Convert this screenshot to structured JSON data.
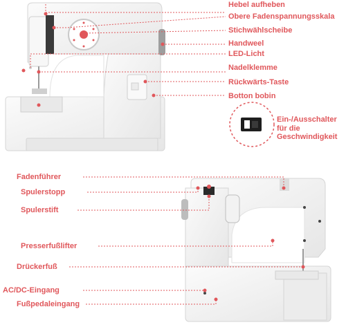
{
  "colors": {
    "accent": "#e0575b",
    "leader": "#e0575b",
    "machine_body": "#f4f4f4",
    "machine_edge": "#d9d9d9"
  },
  "top_labels": [
    "Hebel aufheben",
    "Obere Fadenspannungsskala",
    "Stichwählscheibe",
    "Handweel",
    "LED-Licht",
    "Nadelklemme",
    "Rückwärts-Taste",
    "Botton bobin",
    "Ein-/Ausschalter für die Geschwindigkeit"
  ],
  "bottom_labels": [
    "Fadenführer",
    "Spulerstopp",
    "Spulerstift",
    "Presserfußlifter",
    "Drückerfuß",
    "AC/DC-Eingang",
    "Fußpedaleingang"
  ],
  "icons": [
    "power-switch-icon",
    "stitch-dial-icon",
    "handwheel-icon",
    "reverse-button-icon"
  ]
}
